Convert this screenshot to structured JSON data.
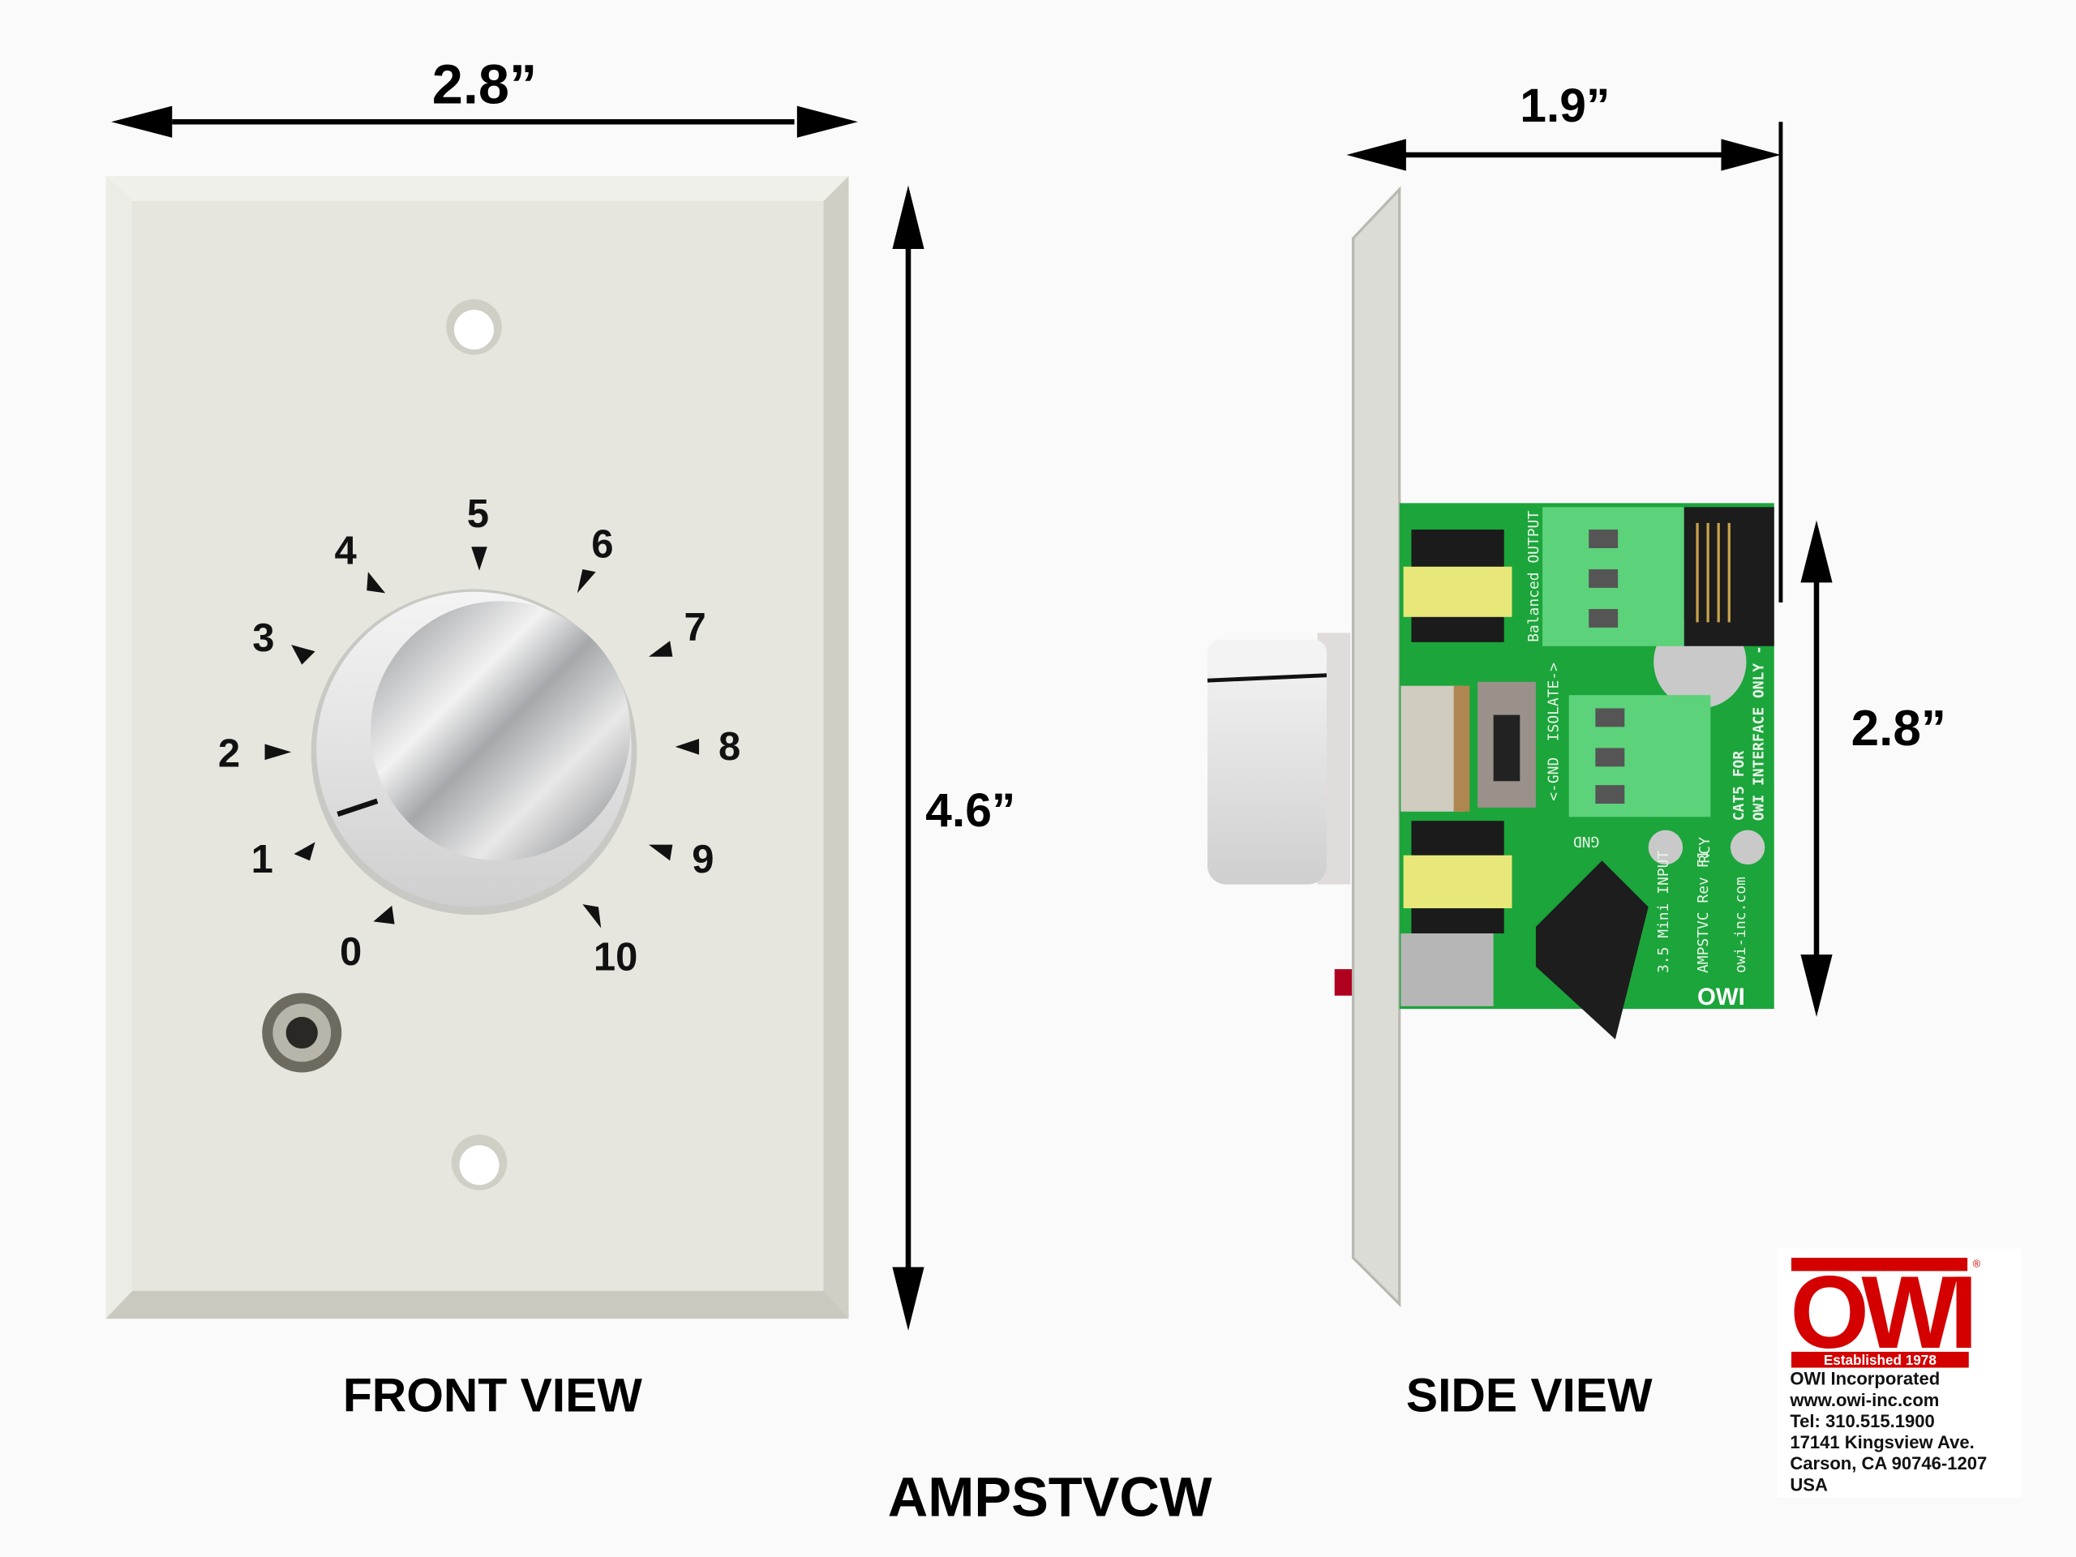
{
  "product_model": "AMPSTVCW",
  "front_view": {
    "caption": "FRONT VIEW",
    "width_label": "2.8”",
    "height_label": "4.6”",
    "dial_numbers": [
      "0",
      "1",
      "2",
      "3",
      "4",
      "5",
      "6",
      "7",
      "8",
      "9",
      "10"
    ]
  },
  "side_view": {
    "caption": "SIDE VIEW",
    "depth_label": "1.9”",
    "pcb_height_label": "2.8”",
    "pcb_text": {
      "output": "Balanced OUTPUT",
      "isolate": "ISOLATE->",
      "gnd_arrow": "<-GND",
      "gnd": "GND",
      "cat5": "CAT5 FOR",
      "interface": "OWI INTERFACE ONLY -",
      "rcy": "RCY",
      "input": "3.5 Mini INPUT",
      "model": "AMPSTVC Rev F1",
      "site": "owi-inc.com",
      "logo": "OWI"
    }
  },
  "company": {
    "logo_text": "OWI",
    "established": "Established 1978",
    "name": "OWI Incorporated",
    "website": "www.owi-inc.com",
    "phone": "Tel: 310.515.1900",
    "street": "17141 Kingsview Ave.",
    "city": "Carson, CA 90746-1207",
    "country": "USA",
    "brand_color": "#d40000"
  }
}
